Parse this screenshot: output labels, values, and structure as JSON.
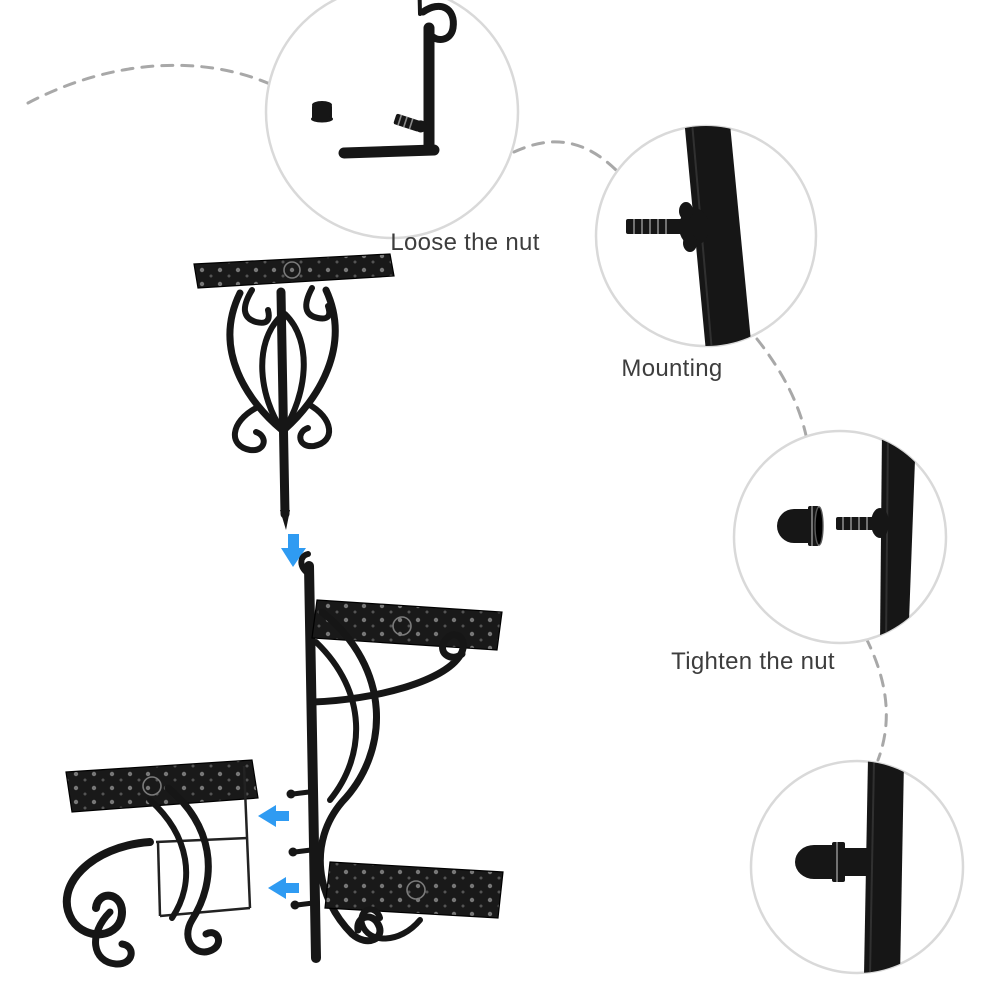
{
  "figure": {
    "kind": "product-assembly-instructions",
    "subject": "metal scroll plant stand assembly steps",
    "background": "#ffffff"
  },
  "steps": [
    {
      "id": "loose",
      "label": "Loose the nut",
      "icon": "hex-nut-and-bracket-bolt-icon"
    },
    {
      "id": "mount",
      "label": "Mounting",
      "icon": "bolt-in-pole-icon"
    },
    {
      "id": "tighten",
      "label": "Tighten the nut",
      "icon": "cap-nut-and-bolt-icon"
    },
    {
      "id": "done",
      "label": "",
      "icon": "cap-nut-on-pole-icon"
    }
  ],
  "icons": {
    "down_arrow": "down-arrow-icon",
    "left_arrow_upper": "left-arrow-icon",
    "left_arrow_lower": "left-arrow-icon"
  },
  "colors": {
    "metal": "#161616",
    "arrow": "#2f9bf2",
    "connector": "#a8a8a8",
    "callout_border": "#d9d9d9",
    "label_text": "#3d3d3d"
  }
}
